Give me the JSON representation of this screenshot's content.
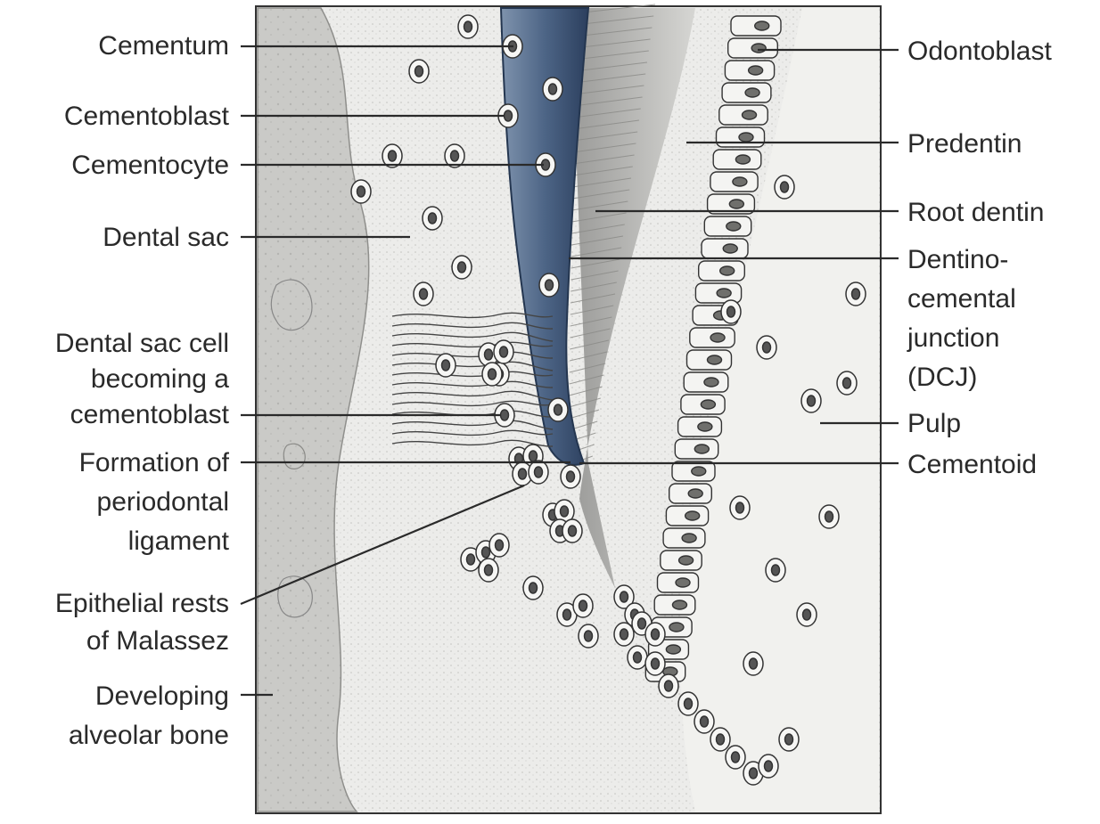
{
  "figure": {
    "labels_left": {
      "cementum": "Cementum",
      "cementoblast": "Cementoblast",
      "cementocyte": "Cementocyte",
      "dental_sac": "Dental sac",
      "dental_sac_cell": [
        "Dental sac cell",
        "becoming a",
        "cementoblast"
      ],
      "formation_pdl": [
        "Formation of",
        "periodontal",
        "ligament"
      ],
      "epithelial_rests": [
        "Epithelial rests",
        "of Malassez"
      ],
      "developing_bone": [
        "Developing",
        "alveolar bone"
      ]
    },
    "labels_right": {
      "odontoblast": "Odontoblast",
      "predentin": "Predentin",
      "root_dentin": "Root dentin",
      "dcj": [
        "Dentino-",
        "cemental",
        "junction",
        "(DCJ)"
      ],
      "pulp": "Pulp",
      "cementoid": "Cementoid"
    },
    "colors": {
      "cementum": "#4d6586",
      "cementum_dark": "#2c3f5e",
      "tissue": "#e9e9e6",
      "bone": "#c9c9c6",
      "line": "#2a2a2a"
    }
  }
}
